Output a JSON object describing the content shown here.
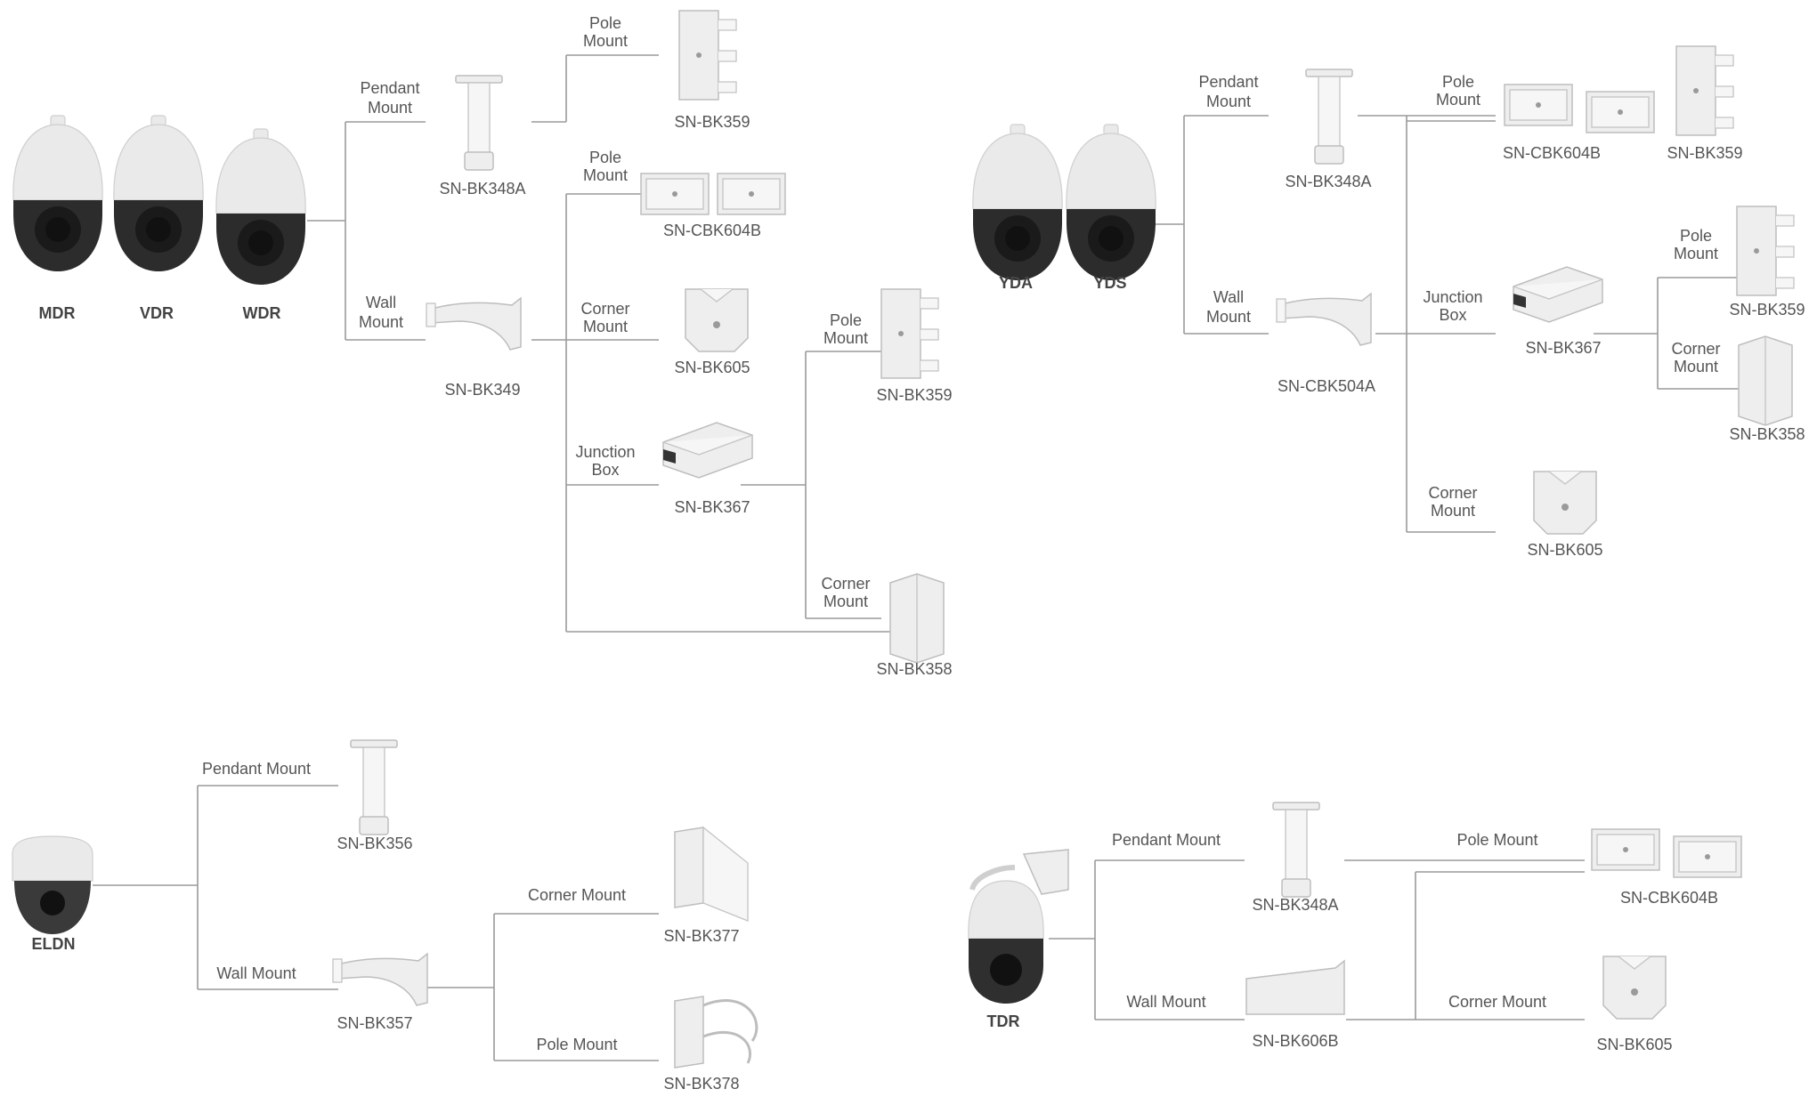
{
  "groups": {
    "speed_dome": {
      "cameras": [
        "MDR",
        "VDR",
        "WDR"
      ],
      "pendant_mount": "Pendant\nMount",
      "wall_mount": "Wall\nMount",
      "parts": {
        "pendant": "SN-BK348A",
        "wall": "SN-BK349",
        "pole1": "SN-BK359",
        "pole2": "SN-CBK604B",
        "corner1": "SN-BK605",
        "junction": "SN-BK367",
        "pole3": "SN-BK359",
        "corner2": "SN-BK358"
      },
      "mounts": {
        "pole_a": "Pole\nMount",
        "pole_b": "Pole\nMount",
        "corner_a": "Corner\nMount",
        "junction": "Junction\nBox",
        "pole_c": "Pole\nMount",
        "corner_b": "Corner\nMount"
      }
    },
    "yd": {
      "cameras": [
        "YDA",
        "YDS"
      ],
      "pendant_mount": "Pendant\nMount",
      "wall_mount": "Wall\nMount",
      "parts": {
        "pendant": "SN-BK348A",
        "wall": "SN-CBK504A",
        "pole_cbk": "SN-CBK604B",
        "pole_bk": "SN-BK359",
        "junction": "SN-BK367",
        "pole2": "SN-BK359",
        "corner": "SN-BK358",
        "corner2": "SN-BK605"
      },
      "mounts": {
        "pole": "Pole\nMount",
        "junction": "Junction\nBox",
        "pole2": "Pole\nMount",
        "corner": "Corner\nMount",
        "corner2": "Corner\nMount"
      }
    },
    "eldn": {
      "camera": "ELDN",
      "pendant_mount": "Pendant Mount",
      "wall_mount": "Wall Mount",
      "corner_mount": "Corner Mount",
      "pole_mount": "Pole Mount",
      "parts": {
        "pendant": "SN-BK356",
        "wall": "SN-BK357",
        "corner": "SN-BK377",
        "pole": "SN-BK378"
      }
    },
    "tdr": {
      "camera": "TDR",
      "pendant_mount": "Pendant Mount",
      "wall_mount": "Wall Mount",
      "pole_mount": "Pole Mount",
      "corner_mount": "Corner Mount",
      "parts": {
        "pendant": "SN-BK348A",
        "wall": "SN-BK606B",
        "pole": "SN-CBK604B",
        "corner": "SN-BK605"
      }
    }
  }
}
